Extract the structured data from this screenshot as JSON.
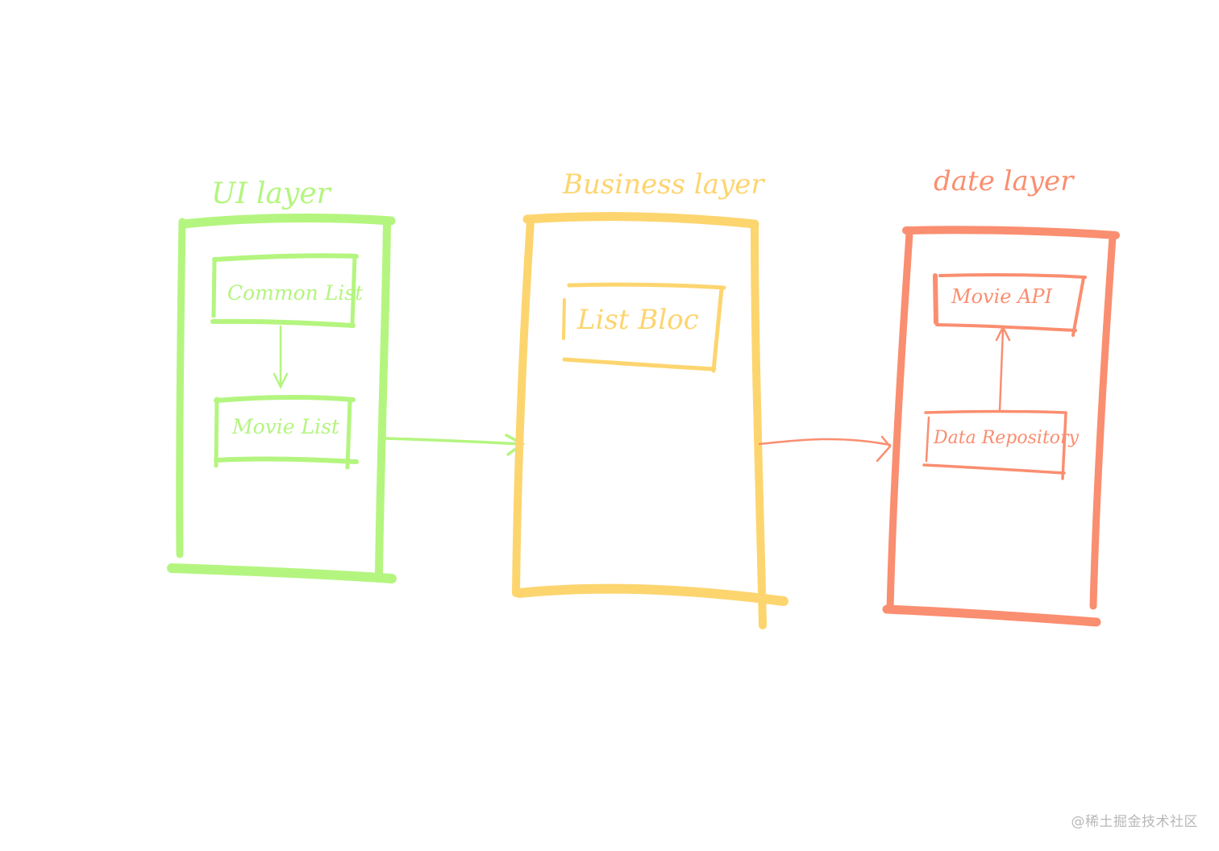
{
  "diagram": {
    "colors": {
      "ui": "#b4f57f",
      "business": "#fdd56f",
      "data": "#fa8e70",
      "background": "#ffffff",
      "watermark": "#b8b8b8"
    },
    "layers": [
      {
        "id": "ui",
        "title": "UI layer",
        "components": [
          "Common List",
          "Movie List"
        ],
        "internal_arrow": "Common List -> Movie List"
      },
      {
        "id": "business",
        "title": "Business layer",
        "components": [
          "List Bloc"
        ]
      },
      {
        "id": "data",
        "title": "date layer",
        "components": [
          "Movie API",
          "Data Repository"
        ],
        "internal_arrow": "Data Repository -> Movie API"
      }
    ],
    "connections": [
      {
        "from": "UI layer",
        "to": "Business layer"
      },
      {
        "from": "Business layer",
        "to": "date layer"
      }
    ]
  },
  "labels": {
    "ui_title": "UI layer",
    "business_title": "Business layer",
    "data_title": "date layer",
    "common_list": "Common List",
    "movie_list": "Movie List",
    "list_bloc": "List Bloc",
    "movie_api": "Movie API",
    "data_repository": "Data Repository"
  },
  "watermark": "@稀土掘金技术社区"
}
